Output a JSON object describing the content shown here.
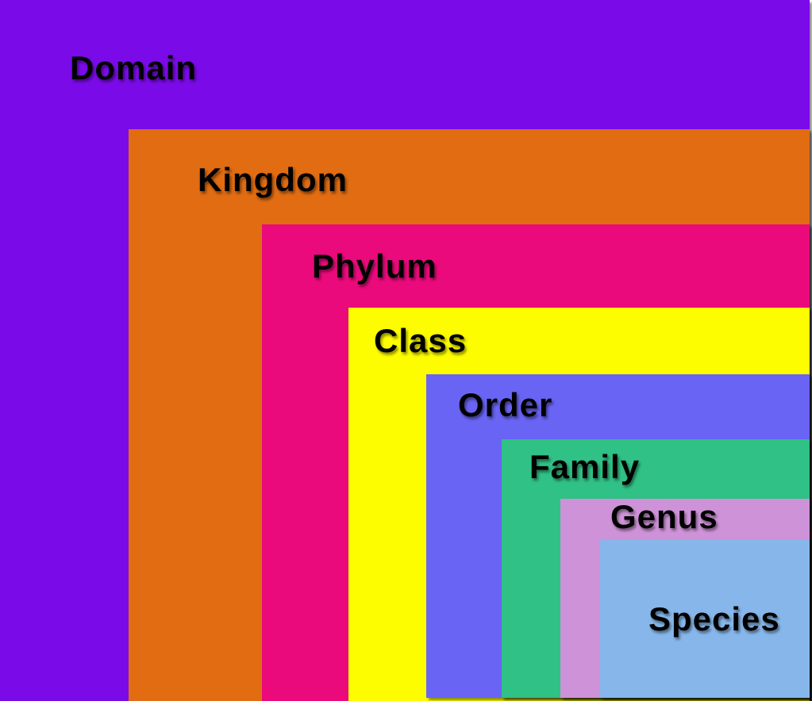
{
  "diagram": {
    "type": "nested-rectangles",
    "description": "Taxonomic rank hierarchy shown as concentric rectangles, largest to smallest",
    "text_color": "#000000",
    "levels": [
      {
        "label": "Domain",
        "color": "#7A0BE8"
      },
      {
        "label": "Kingdom",
        "color": "#E16C12"
      },
      {
        "label": "Phylum",
        "color": "#EB0A7C"
      },
      {
        "label": "Class",
        "color": "#FDFD00"
      },
      {
        "label": "Order",
        "color": "#6964F4"
      },
      {
        "label": "Family",
        "color": "#30C186"
      },
      {
        "label": "Genus",
        "color": "#CE92D8"
      },
      {
        "label": "Species",
        "color": "#87B7EA"
      }
    ]
  }
}
